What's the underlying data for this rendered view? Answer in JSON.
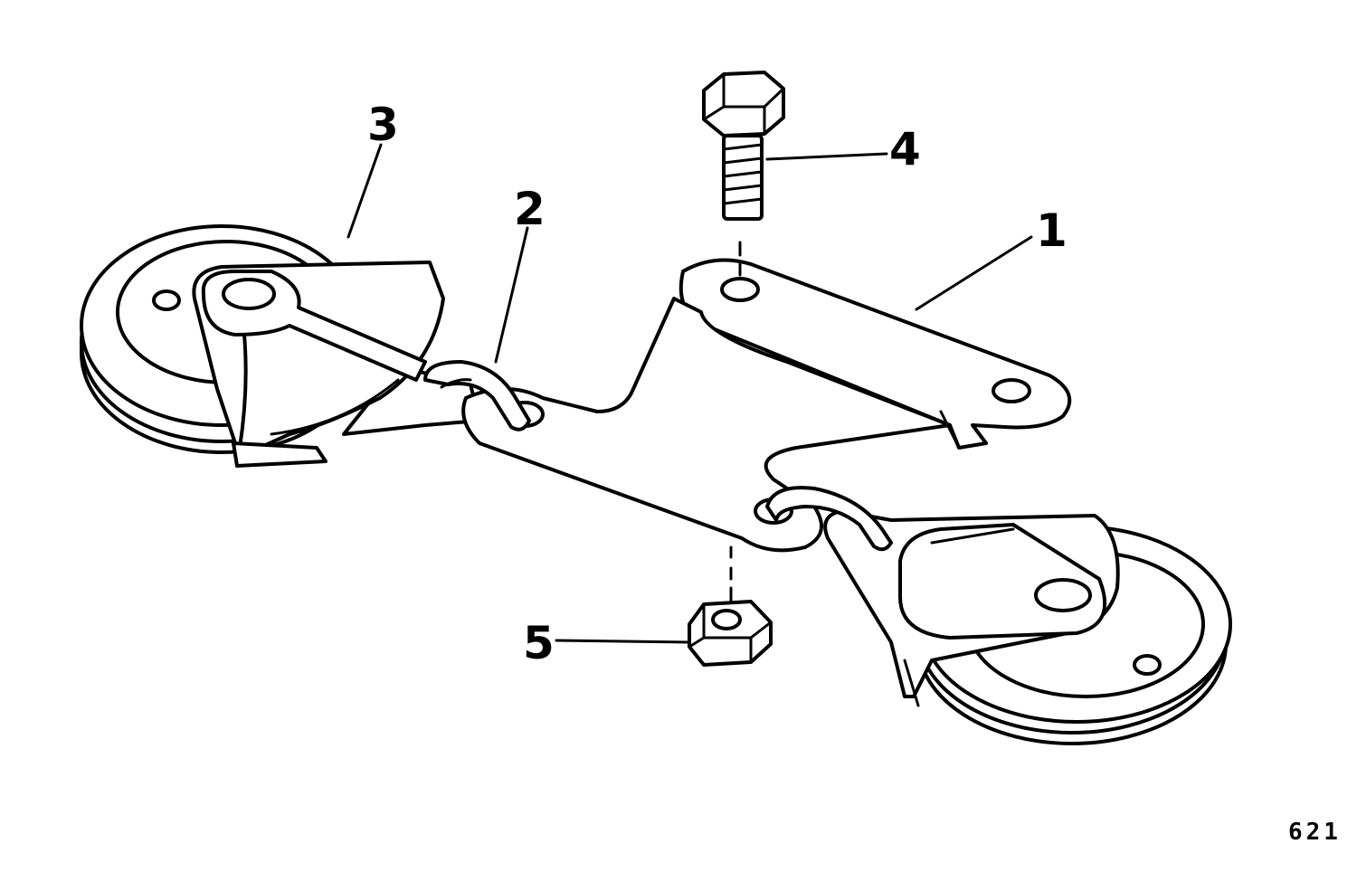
{
  "callouts": {
    "c1": "1",
    "c2": "2",
    "c3": "3",
    "c4": "4",
    "c5": "5"
  },
  "figure_number": "621",
  "parts": {
    "bracket": "mounting-bracket",
    "hook": "wire-hook",
    "pulley": "idler-pulley",
    "bolt": "hex-bolt",
    "nut": "hex-nut"
  },
  "colors": {
    "line": "#000000",
    "background": "#ffffff"
  }
}
